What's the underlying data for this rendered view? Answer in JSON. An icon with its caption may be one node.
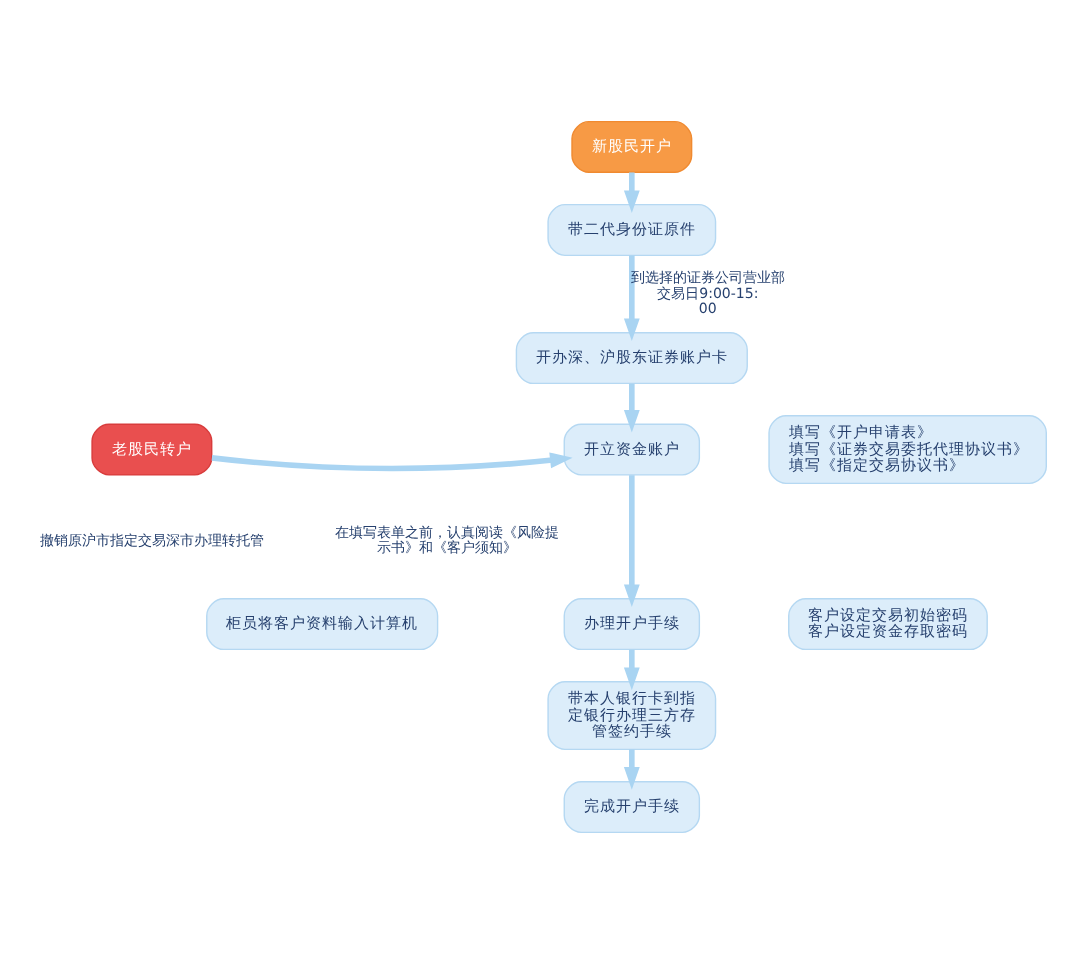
{
  "diagram": {
    "nodes": [
      {
        "text": [
          "新股民开户"
        ]
      },
      {
        "text": [
          "带二代身份证原件"
        ]
      },
      {
        "text": [
          "开办深、沪股东证券账户卡"
        ]
      },
      {
        "text": [
          "老股民转户"
        ],
        "beside": [
          "撤销原沪市指定交易深市办理转托管"
        ]
      },
      {
        "text": [
          "开立资金账户"
        ],
        "beside": [
          "在填写表单之前，认真阅读《风险提示书》和《客户须知》"
        ]
      },
      {
        "text": [
          "填写《开户申请表》",
          "填写《证券交易委托代理协议书》",
          "填写《指定交易协议书》"
        ]
      },
      {
        "text": [
          "柜员将客户资料输入计算机"
        ]
      },
      {
        "text": [
          "办理开户手续"
        ]
      },
      {
        "text": [
          "客户设定交易初始密码",
          "客户设定资金存取密码"
        ]
      },
      {
        "text": [
          "带本人银行卡到指定银行办理三方存管签约手续"
        ]
      },
      {
        "text": [
          "完成开户手续"
        ]
      }
    ],
    "edges": [
      {
        "from": 0,
        "to": 1,
        "arrow": "to"
      },
      {
        "from": 1,
        "to": 2,
        "arrow": "to",
        "label": "到选择的证券公司营业部交易日9:00-15:00"
      },
      {
        "from": 2,
        "to": 4,
        "arrow": "to"
      },
      {
        "from": 3,
        "to": 4,
        "arrow": "to"
      },
      {
        "from": 4,
        "to": 7,
        "arrow": "to"
      },
      {
        "from": 7,
        "to": 9,
        "arrow": "to"
      },
      {
        "from": 9,
        "to": 10,
        "arrow": "to"
      }
    ]
  }
}
